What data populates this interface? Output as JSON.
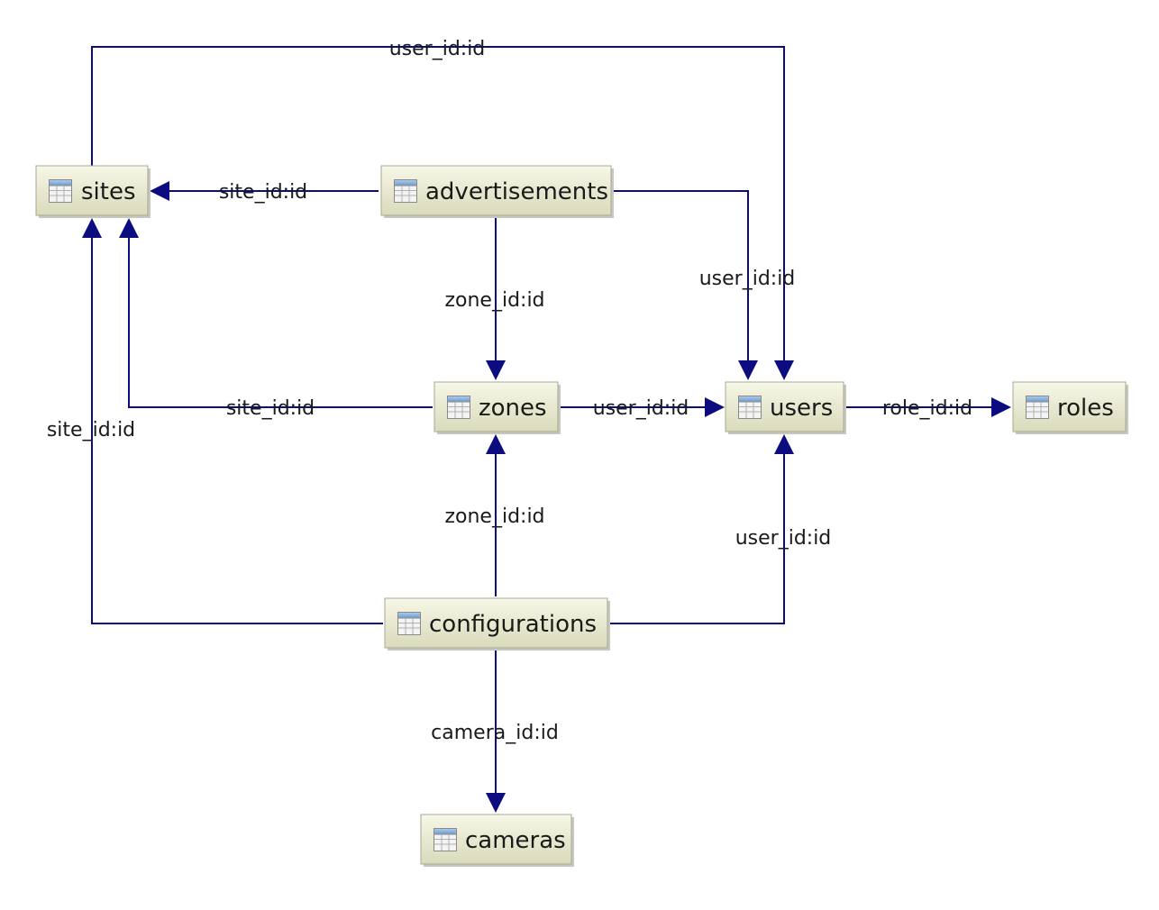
{
  "tables": {
    "sites": "sites",
    "advertisements": "advertisements",
    "zones": "zones",
    "users": "users",
    "roles": "roles",
    "configurations": "configurations",
    "cameras": "cameras"
  },
  "relations": {
    "sites_users": "user_id:id",
    "ads_sites": "site_id:id",
    "ads_users": "user_id:id",
    "ads_zones": "zone_id:id",
    "zones_sites": "site_id:id",
    "zones_users": "user_id:id",
    "users_roles": "role_id:id",
    "configs_sites": "site_id:id",
    "configs_zones": "zone_id:id",
    "configs_users": "user_id:id",
    "configs_cameras": "camera_id:id"
  },
  "colors": {
    "edge": "#0c0c80",
    "node_top": "#f6f6e6",
    "node_bottom": "#dcdcbe"
  },
  "icon": "table-grid-icon"
}
